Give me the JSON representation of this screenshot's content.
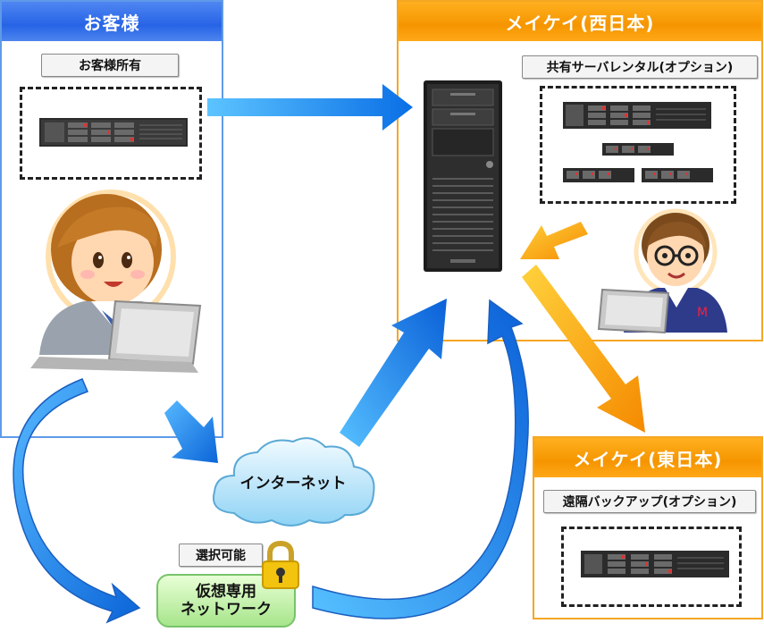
{
  "customer": {
    "title": "お客様",
    "owned_label": "お客様所有"
  },
  "west": {
    "title": "メイケイ(西日本)",
    "rental_label": "共有サーバレンタル(オプション)"
  },
  "east": {
    "title": "メイケイ(東日本)",
    "backup_label": "遠隔バックアップ(オプション)"
  },
  "internet": {
    "label": "インターネット"
  },
  "vpn": {
    "selectable_label": "選択可能",
    "line1": "仮想専用",
    "line2": "ネットワーク"
  },
  "colors": {
    "blue_header": "#2764e6",
    "orange_header": "#f59500",
    "blue_arrow": "#1e8cf0",
    "orange_arrow": "#f59a10"
  }
}
